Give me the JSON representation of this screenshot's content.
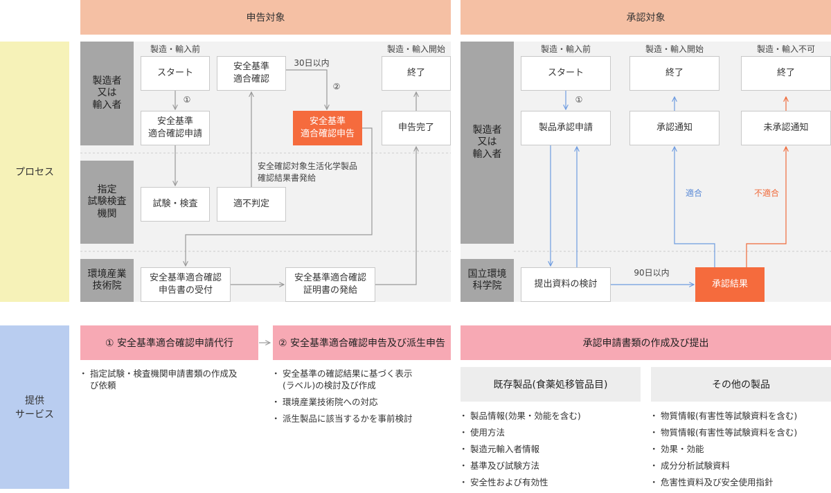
{
  "headers": {
    "declaration": "申告対象",
    "approval": "承認対象"
  },
  "side_labels": {
    "process": "プロセス",
    "service": "提供\nサービス"
  },
  "left": {
    "actors": {
      "maker": "製造者\n又は\n輸入者",
      "lab": "指定\n試験検査\n機関",
      "institute": "環境産業\n技術院"
    },
    "captions": {
      "pre": "製造・輸入前",
      "start_import": "製造・輸入開始",
      "days30": "30日以内",
      "step1": "①",
      "step2": "②",
      "issue_note": "安全確認対象生活化学製品\n確認結果書発給"
    },
    "boxes": {
      "start": "スタート",
      "apply": "安全基準\n適合確認申請",
      "confirm": "安全基準\n適合確認",
      "declare": "安全基準\n適合確認申告",
      "end": "終了",
      "done": "申告完了",
      "test": "試験・検査",
      "unfit": "適不判定",
      "receive": "安全基準適合確認\n申告書の受付",
      "certificate": "安全基準適合確認\n証明書の発給"
    }
  },
  "right": {
    "actors": {
      "maker": "製造者\n又は\n輸入者",
      "institute": "国立環境\n科学院"
    },
    "captions": {
      "pre": "製造・輸入前",
      "start_import": "製造・輸入開始",
      "no_import": "製造・輸入不可",
      "step1": "①",
      "fit": "適合",
      "unfit": "不適合",
      "days90": "90日以内"
    },
    "boxes": {
      "start": "スタート",
      "end1": "終了",
      "end2": "終了",
      "apply": "製品承認申請",
      "notice": "承認通知",
      "not_approved": "未承認通知",
      "review": "提出資料の検討",
      "result": "承認結果"
    }
  },
  "services": {
    "s1": {
      "title": "① 安全基準適合確認申請代行",
      "items": [
        "指定試験・検査機関申請書類の作成及\nび依頼"
      ]
    },
    "s2": {
      "title": "② 安全基準適合確認申告及び派生申告",
      "items": [
        "安全基準の確認結果に基づく表示\n(ラベル)の検討及び作成",
        "環境産業技術院への対応",
        "派生製品に該当するかを事前検討"
      ]
    },
    "s3": {
      "title": "承認申請書類の作成及び提出",
      "existing": {
        "title": "既存製品(食薬処移管品目)",
        "items": [
          "製品情報(効果・効能を含む)",
          "使用方法",
          "製造元輸入者情報",
          "基準及び試験方法",
          "安全性および有効性"
        ]
      },
      "other": {
        "title": "その他の製品",
        "items": [
          "物質情報(有害性等試験資料を含む)",
          "物質情報(有害性等試験資料を含む)",
          "効果・効能",
          "成分分析試験資料",
          "危害性資料及び安全使用指針"
        ]
      }
    }
  },
  "colors": {
    "header": "#f5c0a4",
    "process_side": "#f6f2b8",
    "service_side": "#b9cdf0",
    "actor": "#a6a6a6",
    "highlight": "#f56b3d",
    "service_title": "#f7a9b4",
    "fit_line": "#6d9be0",
    "unfit_line": "#f06a3a"
  }
}
